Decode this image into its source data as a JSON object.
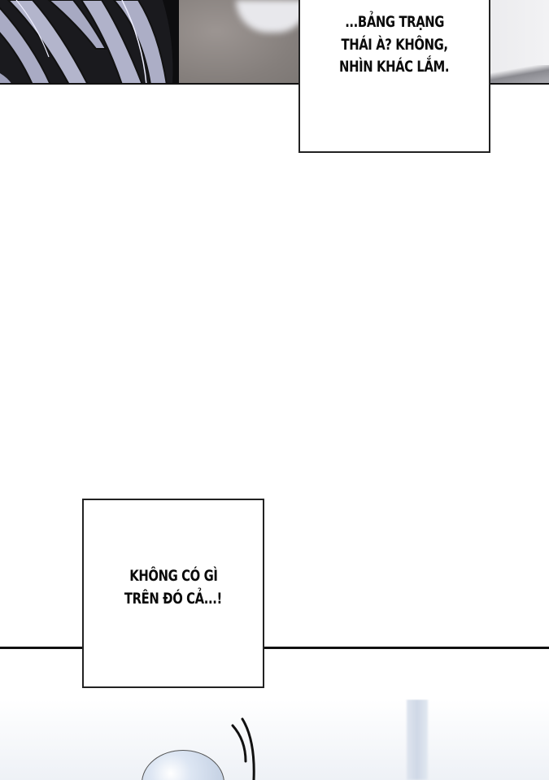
{
  "page": {
    "type": "manga-webtoon-page",
    "background_color": "#ffffff",
    "border_color": "#111111"
  },
  "panels": [
    {
      "id": "top-panel",
      "description": "close-up of striped dark and lavender-gray fabric against a blurred gray background"
    },
    {
      "id": "bottom-panel",
      "description": "pale bluish character head with motion lines, blurred white pillar in background"
    }
  ],
  "captions": {
    "box1": {
      "lines": [
        "...BẢNG TRẠNG",
        "THÁI À? KHÔNG,",
        "NHÌN KHÁC LẮM."
      ]
    },
    "box2": {
      "lines": [
        "KHÔNG CÓ GÌ",
        "TRÊN ĐÓ CẢ...!"
      ]
    }
  }
}
